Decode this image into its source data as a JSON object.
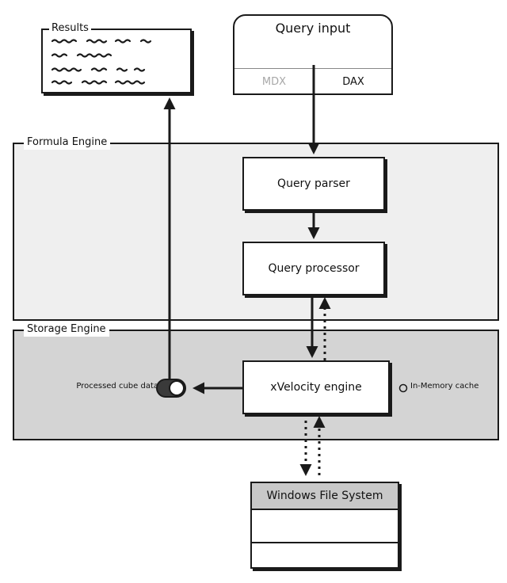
{
  "formula_engine": {
    "title": "Formula Engine"
  },
  "storage_engine": {
    "title": "Storage Engine"
  },
  "query_input": {
    "title": "Query input",
    "options": [
      "MDX",
      "DAX"
    ],
    "selected": "DAX"
  },
  "results": {
    "title": "Results"
  },
  "query_parser": {
    "label": "Query parser"
  },
  "query_processor": {
    "label": "Query processor"
  },
  "xvelocity": {
    "label": "xVelocity engine"
  },
  "in_memory_cache": {
    "label": "In-Memory cache"
  },
  "processed_cube_data": {
    "label": "Processed cube data"
  },
  "windows_file_system": {
    "label": "Windows File System"
  },
  "colors": {
    "storage_bg": "#d4d4d4",
    "formula_bg": "#efefef",
    "inactive_option": "#a8a8a8"
  }
}
